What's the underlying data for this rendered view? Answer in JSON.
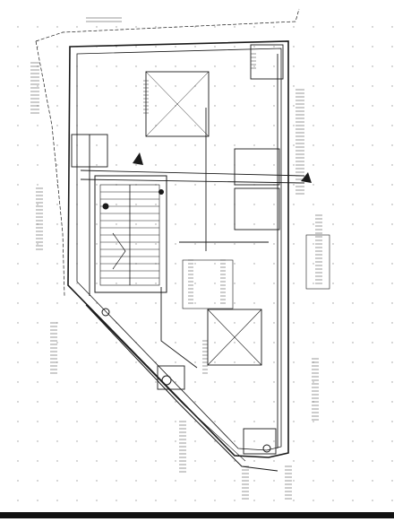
{
  "drawing": {
    "line_color": "#1a1a1a",
    "grid_color": "#9a9a9a",
    "background": "#ffffff",
    "footer_color": "#111111",
    "top_note_lines": [
      "",
      "",
      ""
    ],
    "labels": []
  },
  "symbols": {
    "north_marker": "triangle-marker",
    "valve": "valve-symbol",
    "manhole": "manhole-symbol"
  }
}
